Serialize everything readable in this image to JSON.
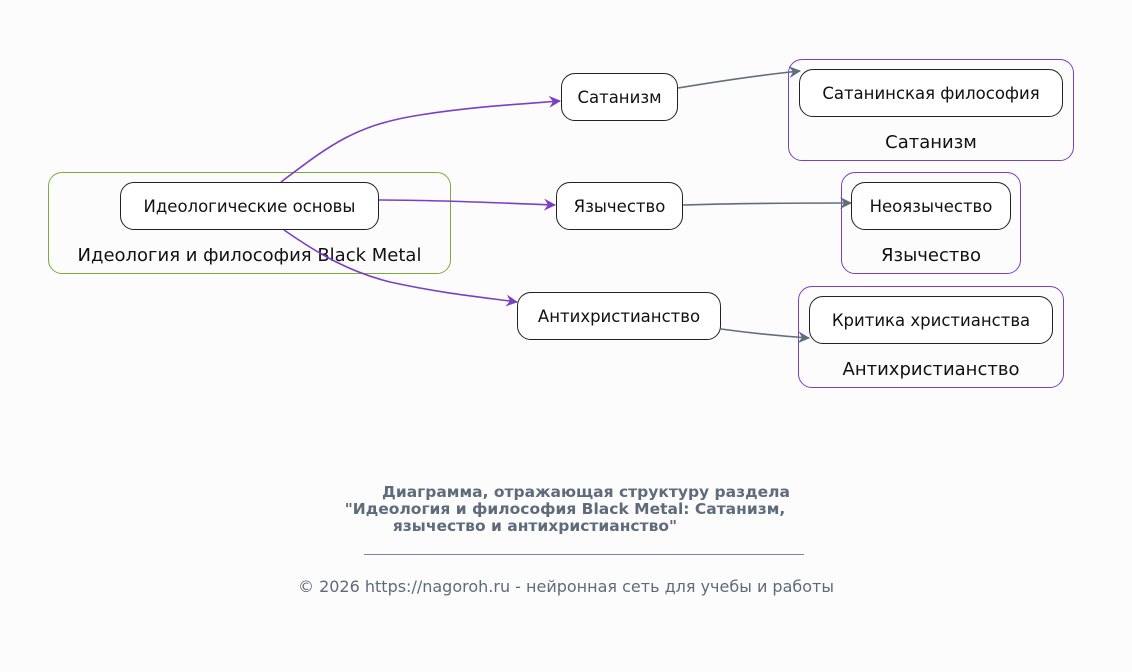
{
  "colors": {
    "root_cluster_border": "#7cab3c",
    "sub_cluster_border": "#7b3fc4",
    "edge_primary": "#7b3fc4",
    "edge_secondary": "#5f6e7e",
    "node_border": "#222222",
    "caption_text": "#5d6b7a"
  },
  "clusters": {
    "root": {
      "label": "Идеология и философия Black Metal"
    },
    "satanism": {
      "label": "Сатанизм"
    },
    "paganism": {
      "label": "Язычество"
    },
    "antichristianity": {
      "label": "Антихристианство"
    }
  },
  "nodes": {
    "ideological_foundations": "Идеологические основы",
    "satanism": "Сатанизм",
    "paganism": "Язычество",
    "antichristianity": "Антихристианство",
    "satanic_philosophy": "Сатанинская философия",
    "neopaganism": "Неоязычество",
    "critique_of_christianity": "Критика христианства"
  },
  "edges": [
    {
      "from": "ideological_foundations",
      "to": "satanism",
      "style": "primary"
    },
    {
      "from": "ideological_foundations",
      "to": "paganism",
      "style": "primary"
    },
    {
      "from": "ideological_foundations",
      "to": "antichristianity",
      "style": "primary"
    },
    {
      "from": "satanism",
      "to": "satanic_philosophy",
      "style": "secondary"
    },
    {
      "from": "paganism",
      "to": "neopaganism",
      "style": "secondary"
    },
    {
      "from": "antichristianity",
      "to": "critique_of_christianity",
      "style": "secondary"
    }
  ],
  "caption": {
    "line1": "Диаграмма, отражающая структуру раздела",
    "line2": "\"Идеология и философия Black Metal: Сатанизм,",
    "line3": "язычество и антихристианство\""
  },
  "footer": "© 2026 https://nagoroh.ru - нейронная сеть для учебы и работы"
}
